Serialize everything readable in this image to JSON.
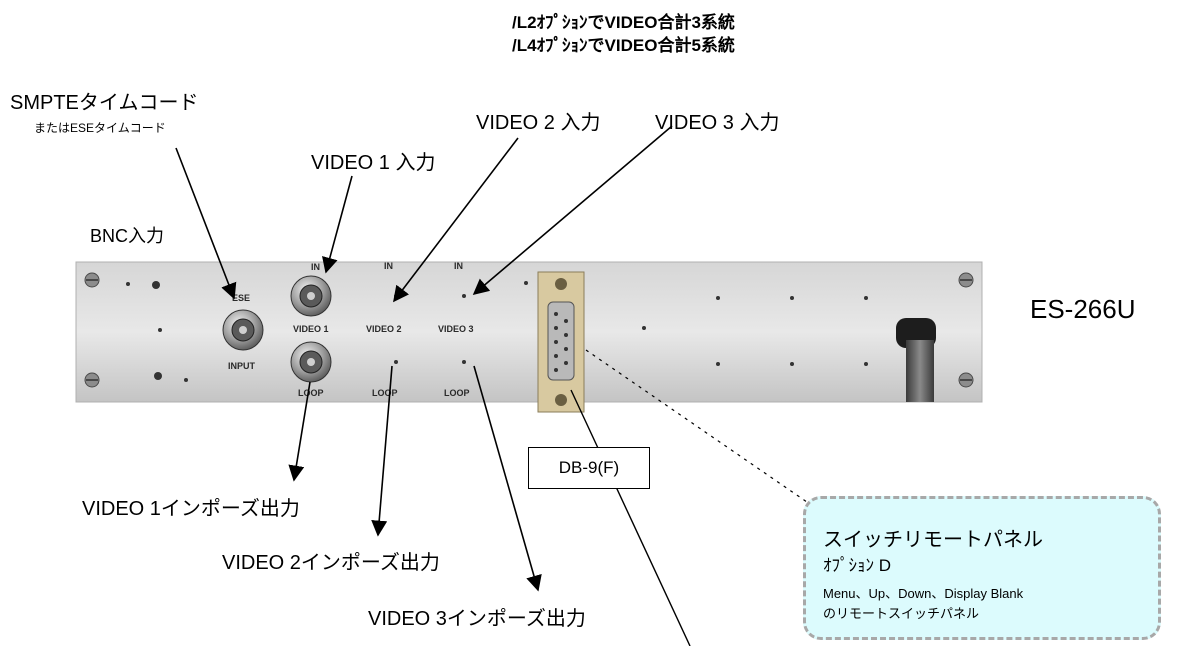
{
  "header": {
    "line1": "/L2ｵﾌﾟｼｮﾝでVIDEO合計3系統",
    "line2": "/L4ｵﾌﾟｼｮﾝでVIDEO合計5系統"
  },
  "callouts": {
    "smpte_title": "SMPTEタイムコード",
    "smpte_sub": "またはESEタイムコード",
    "bnc_input": "BNC入力",
    "video1_in": "VIDEO 1 入力",
    "video2_in": "VIDEO 2 入力",
    "video3_in": "VIDEO 3 入力",
    "model": "ES-266U",
    "video1_out": "VIDEO 1インポーズ出力",
    "video2_out": "VIDEO 2インポーズ出力",
    "video3_out": "VIDEO 3インポーズ出力",
    "db9": "DB-9(F)"
  },
  "remote_option": {
    "title": "スイッチリモートパネル",
    "option": "ｵﾌﾟｼｮﾝ D",
    "desc1": "Menu、Up、Down、Display Blank",
    "desc2": "のリモートスイッチパネル"
  },
  "panel_labels": {
    "ese": "ESE",
    "input": "INPUT",
    "in1": "IN",
    "in2": "IN",
    "in3": "IN",
    "video1": "VIDEO 1",
    "video2": "VIDEO 2",
    "video3": "VIDEO 3",
    "loop1": "LOOP",
    "loop2": "LOOP",
    "loop3": "LOOP"
  }
}
